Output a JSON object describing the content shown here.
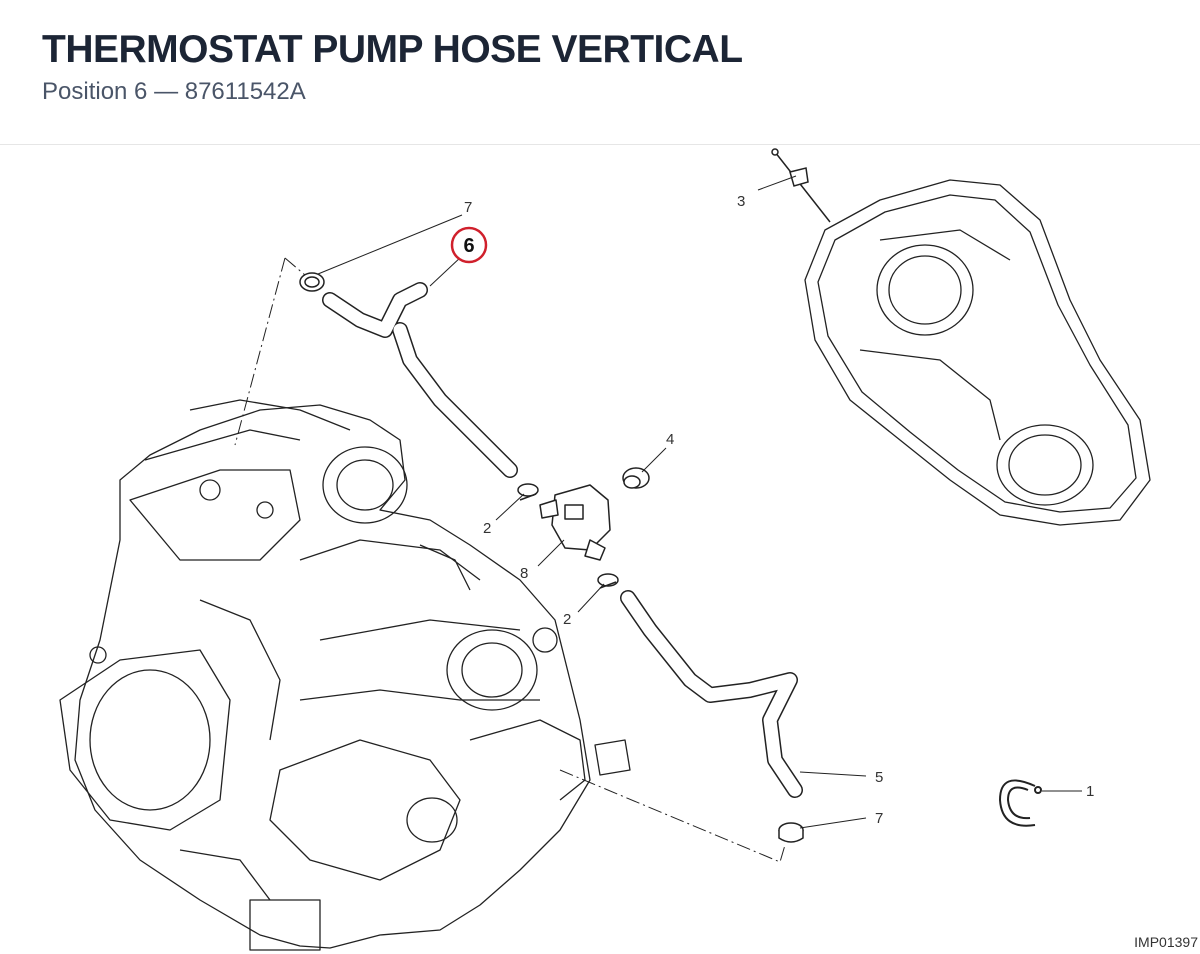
{
  "header": {
    "title": "THERMOSTAT PUMP HOSE VERTICAL",
    "subtitle": "Position 6 — 87611542A"
  },
  "colors": {
    "highlight_ring": "#d0202c",
    "line_art": "#222222",
    "title_text": "#1c2535"
  },
  "callouts": {
    "c7_top": "7",
    "c6": "6",
    "c3": "3",
    "c4": "4",
    "c2_top": "2",
    "c8": "8",
    "c2_bottom": "2",
    "c5": "5",
    "c7_bottom": "7",
    "c1": "1"
  },
  "image_code": "IMP01397"
}
